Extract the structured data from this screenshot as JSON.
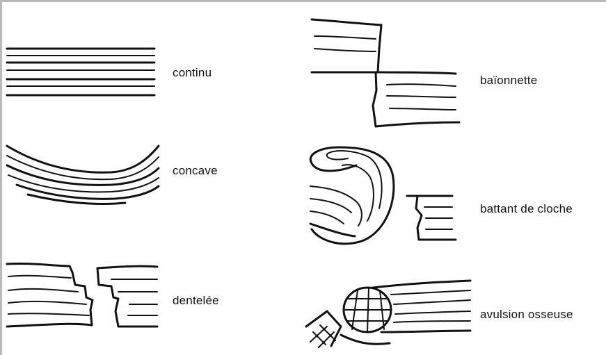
{
  "diagram": {
    "labels": {
      "continu": "continu",
      "concave": "concave",
      "dentelee": "dentelée",
      "baionnette": "baïonnette",
      "battant": "battant de cloche",
      "avulsion": "avulsion osseuse"
    }
  }
}
